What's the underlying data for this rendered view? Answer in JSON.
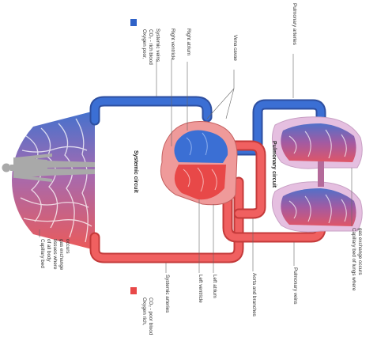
{
  "legend": {
    "blue_line1": "Oxygen poor,",
    "blue_line2": "CO₂ - rich blood",
    "red_line1": "Oxygen rich,",
    "red_line2": "CO₂ - poor blood"
  },
  "labels": {
    "vena_cava": "Vena cavae",
    "pulmonary_arteries": "Pulmonary arteries",
    "right_atrium": "Right atrium",
    "right_ventricle": "Right ventricle",
    "systemic_veins": "Systemic veins",
    "systemic_circuit": "Systemic circuit",
    "pulmonary_circuit": "Pulmonary circuit",
    "capillary_lungs_1": "Capillary bed of lungs where",
    "capillary_lungs_2": "gas exchange occurs",
    "pulmonary_veins": "Pulmonary veins",
    "aorta": "Aorta and branches",
    "left_atrium": "Left atrium",
    "left_ventricle": "Left ventricle",
    "systemic_arteries": "Systemic arteries",
    "capillary_body_1": "Capillary bed",
    "capillary_body_2": "of all body",
    "capillary_body_3": "tissues where",
    "capillary_body_4": "gas exchange",
    "capillary_body_5": "occurs"
  },
  "colors": {
    "oxygen_poor": "#2f62c8",
    "oxygen_rich": "#e84848",
    "lung_tissue": "#e5bfe0",
    "heart": "#ef9a9a",
    "body_silhouette": "#a9a9a9"
  }
}
